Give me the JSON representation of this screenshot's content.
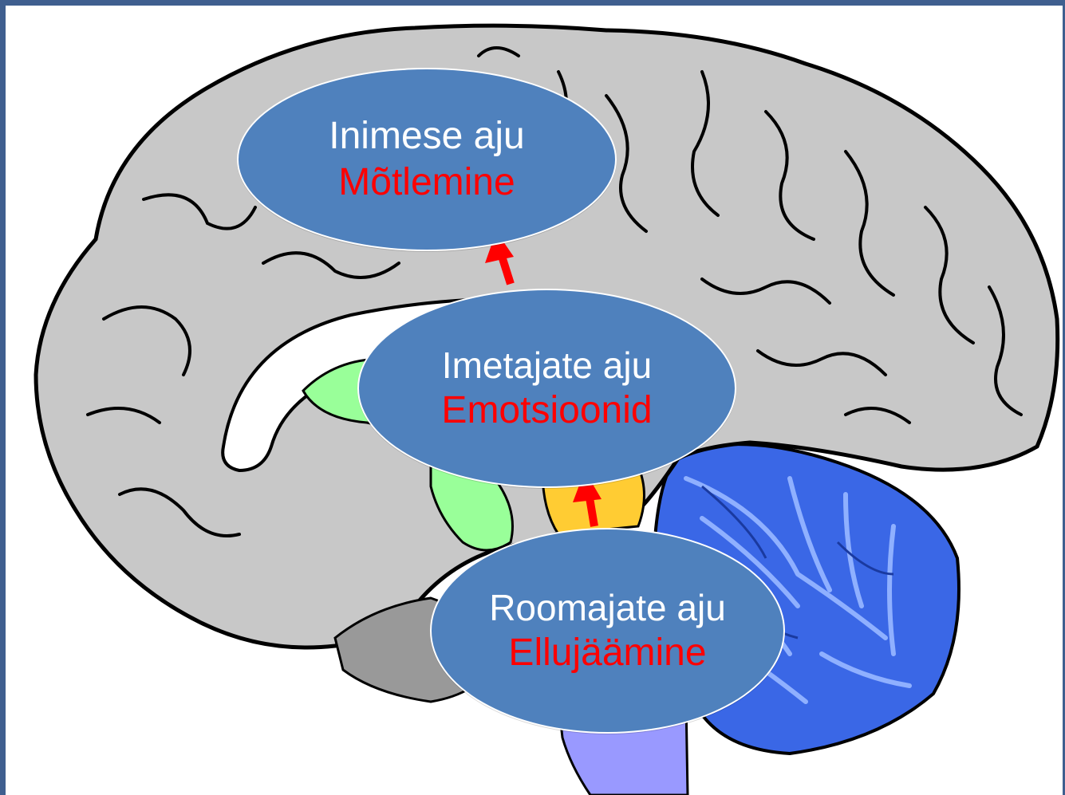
{
  "layers": [
    {
      "key": "human",
      "title": "Inimese aju",
      "function": "Mõtlemine"
    },
    {
      "key": "mammal",
      "title": "Imetajate aju",
      "function": "Emotsioonid"
    },
    {
      "key": "reptile",
      "title": "Roomajate aju",
      "function": "Ellujäämine"
    }
  ],
  "colors": {
    "frame": "#3f5f8f",
    "bubble": "#4f81bd",
    "bubble_text": "#ffffff",
    "function_text": "#ff0000",
    "arrow": "#ff0000",
    "cortex": "#c8c8c8",
    "limbic": "#99ff99",
    "thalamus": "#ffcc33",
    "cerebellum": "#3366ff",
    "brainstem": "#9999ff",
    "midbrain": "#999999"
  }
}
